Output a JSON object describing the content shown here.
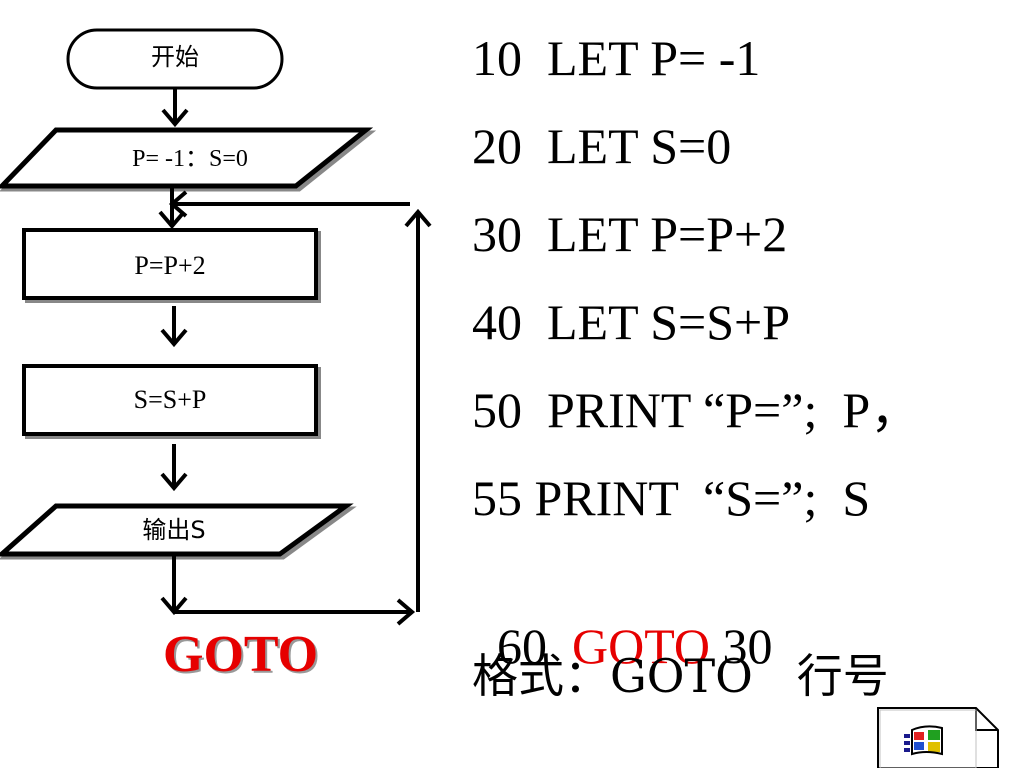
{
  "flowchart": {
    "start_label": "开始",
    "init_label": "P= -1：S=0",
    "step1_label": "P=P+2",
    "step2_label": "S=S+P",
    "output_label": "输出S",
    "goto_label": "GOTO"
  },
  "code": {
    "lines": [
      "10  LET P= -1",
      "20  LET S=0",
      "30  LET P=P+2",
      "40  LET S=S+P",
      "50  PRINT “P=”;  P，",
      "55 PRINT  “S=”;  S"
    ],
    "line60_num": "60  ",
    "line60_kw": "GOTO",
    "line60_target": " 30",
    "format_line": "格式：GOTO   行号"
  },
  "colors": {
    "keyword": "#e60000",
    "stroke": "#000000"
  },
  "icon": "windows-document-icon"
}
